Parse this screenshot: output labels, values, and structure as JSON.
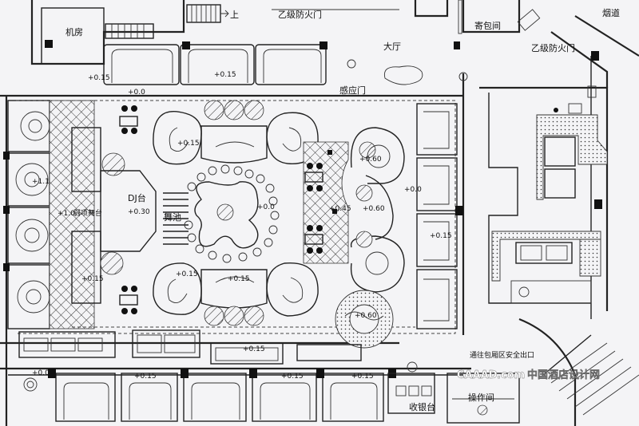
{
  "rooms": {
    "machine_room": "机房",
    "chimney": "烟道",
    "fire_door_top": "乙级防火门",
    "fire_door_right": "乙级防火门",
    "cloakroom": "寄包间",
    "lobby": "大厅",
    "sensor_door": "感应门",
    "stair_up": "上",
    "dj_booth": "DJ台",
    "dance_floor": "舞池",
    "secondary_stage": "弱项舞台",
    "cashier": "收银台",
    "control_room": "操作间",
    "exit_note": "通往包厢区安全出口"
  },
  "levels": {
    "l1": "+0.0",
    "l2": "+0.15",
    "l3": "+0.15",
    "l4": "+0.15",
    "l5": "+0.60",
    "l6": "+0.0",
    "l7": "+1.15",
    "l8": "+1.0",
    "l9": "+0.30",
    "l10": "+0.0",
    "l11": "+0.45",
    "l12": "+0.60",
    "l13": "+0.15",
    "l14": "+0.15",
    "l15": "+0.15",
    "l16": "+0.15",
    "l17": "+0.60",
    "l18": "+0.15",
    "l19": "+0.15",
    "l20": "+0.15",
    "l21": "+0.15",
    "l22": "+0.0"
  },
  "watermark": {
    "brand": "CAAAD",
    "dotcom": ".com",
    "site": "中国酒店设计网"
  }
}
